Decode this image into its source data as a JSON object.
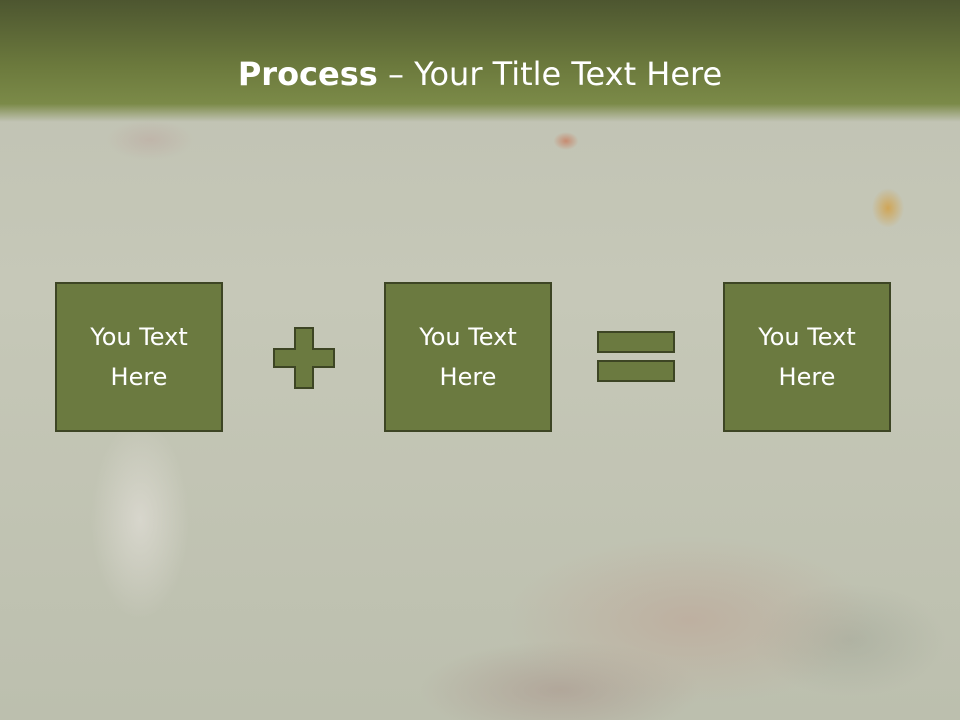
{
  "slide": {
    "title_bold": "Process",
    "title_rest": " – Your Title Text Here"
  },
  "boxes": [
    {
      "text": "You Text Here"
    },
    {
      "text": "You Text Here"
    },
    {
      "text": "You Text Here"
    }
  ],
  "operators": [
    "plus-icon",
    "equals-icon"
  ],
  "colors": {
    "header": "#6c7a3d",
    "box_fill": "#6b7a40",
    "box_border": "#3d4524",
    "text": "#ffffff"
  }
}
